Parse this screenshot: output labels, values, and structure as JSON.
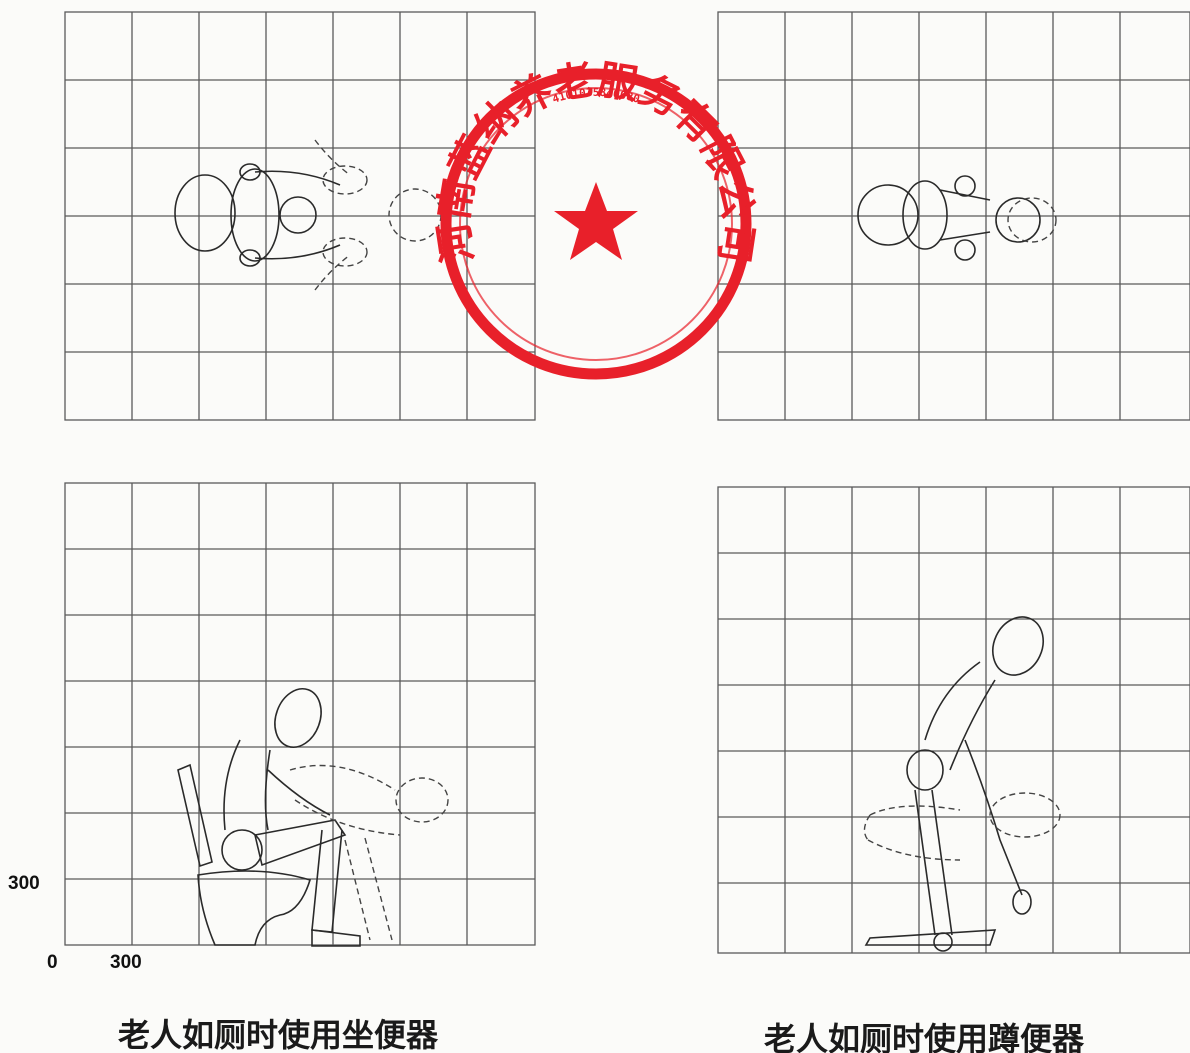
{
  "captions": {
    "left": "老人如厕时使用坐便器",
    "right": "老人如厕时使用蹲便器"
  },
  "axis": {
    "y_tick": "300",
    "origin": "0",
    "x_tick": "300"
  },
  "seal": {
    "outer_text": "河南蓝纳养老服务有限公司",
    "serial": "4101035840080",
    "color": "#e8202a",
    "emblem": "star-icon"
  },
  "colors": {
    "grid": "#5a5a5a",
    "figure": "#2a2a2a",
    "background": "#fbfbf9"
  }
}
